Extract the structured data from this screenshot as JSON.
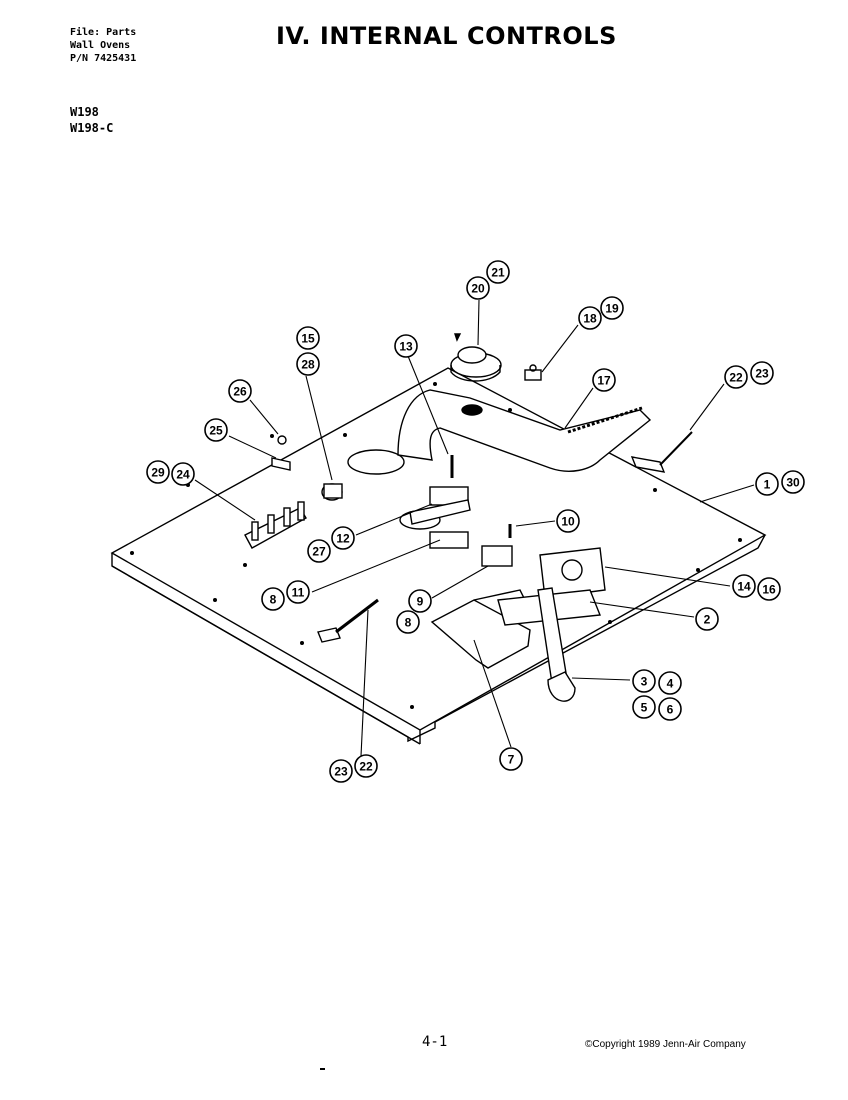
{
  "header": {
    "file_line": "File: Parts",
    "category_line": "Wall Ovens",
    "pn_line": "P/N 7425431",
    "models": [
      "W198",
      "W198-C"
    ]
  },
  "title": "IV. INTERNAL CONTROLS",
  "footer": {
    "page_number": "4-1",
    "copyright": "©Copyright 1989 Jenn-Air Company"
  },
  "callouts": [
    {
      "label": "21"
    },
    {
      "label": "20"
    },
    {
      "label": "19"
    },
    {
      "label": "18"
    },
    {
      "label": "15"
    },
    {
      "label": "28"
    },
    {
      "label": "13"
    },
    {
      "label": "17"
    },
    {
      "label": "22"
    },
    {
      "label": "23"
    },
    {
      "label": "26"
    },
    {
      "label": "25"
    },
    {
      "label": "29"
    },
    {
      "label": "24"
    },
    {
      "label": "1"
    },
    {
      "label": "30"
    },
    {
      "label": "10"
    },
    {
      "label": "12"
    },
    {
      "label": "27"
    },
    {
      "label": "14"
    },
    {
      "label": "16"
    },
    {
      "label": "11"
    },
    {
      "label": "8"
    },
    {
      "label": "9"
    },
    {
      "label": "8"
    },
    {
      "label": "2"
    },
    {
      "label": "3"
    },
    {
      "label": "4"
    },
    {
      "label": "5"
    },
    {
      "label": "6"
    },
    {
      "label": "7"
    },
    {
      "label": "23"
    },
    {
      "label": "22"
    }
  ]
}
